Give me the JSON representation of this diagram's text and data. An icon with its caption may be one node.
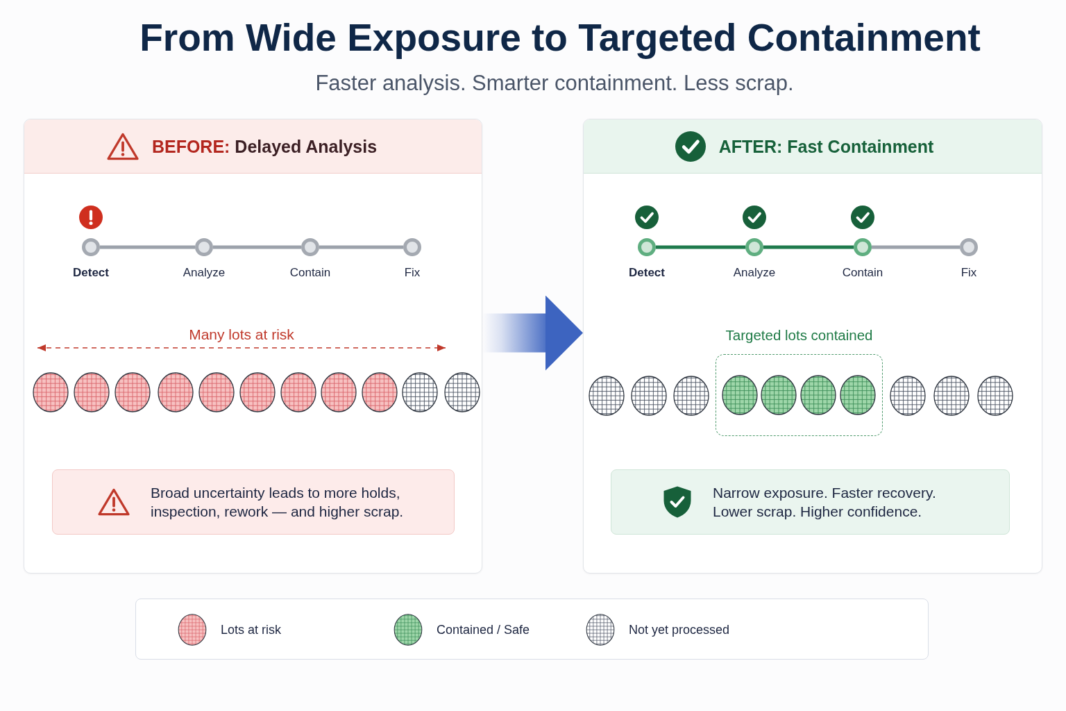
{
  "diagram": {
    "title": "From Wide Exposure to Targeted Containment",
    "nodes": [
      {
        "text": [
          "**BEFORE:** Delayed Analysis"
        ]
      },
      {
        "text": [
          "Detect"
        ],
        "in": 0
      },
      {
        "text": [
          "Analyze"
        ],
        "in": 0
      },
      {
        "text": [
          "Contain"
        ],
        "in": 0
      },
      {
        "text": [
          "Fix"
        ],
        "in": 0
      },
      {
        "text": [
          "Broad uncertainty leads to more holds, inspection, rework — and higher scrap."
        ],
        "in": 0
      },
      {
        "text": [
          "AFTER: Fast Containment"
        ]
      },
      {
        "text": [
          "Detect"
        ],
        "in": 6
      },
      {
        "text": [
          "Analyze"
        ],
        "in": 6
      },
      {
        "text": [
          "Contain"
        ],
        "in": 6
      },
      {
        "text": [
          "Fix"
        ],
        "in": 6
      },
      {
        "text": [
          "Targeted lots contained"
        ],
        "in": 6
      },
      {
        "text": [
          "Narrow exposure. Faster recovery. Lower scrap. Higher confidence."
        ],
        "in": 6
      }
    ],
    "edges": [
      {
        "from": 1,
        "to": 2,
        "arrow": "none"
      },
      {
        "from": 2,
        "to": 3,
        "arrow": "none"
      },
      {
        "from": 3,
        "to": 4,
        "arrow": "none"
      },
      {
        "from": 7,
        "to": 8,
        "arrow": "none",
        "color": "#1f7a4d"
      },
      {
        "from": 8,
        "to": 9,
        "arrow": "none",
        "color": "#1f7a4d"
      },
      {
        "from": 9,
        "to": 10,
        "arrow": "none"
      },
      {
        "from": 0,
        "to": 6,
        "arrow": "to",
        "style": "thick",
        "color": "#3d64c0"
      }
    ],
    "labels": [
      "Faster analysis. Smarter containment. Less scrap.",
      "Many lots at risk"
    ],
    "legend": [
      {
        "text": "Lots at risk",
        "color": "#f7c1c1"
      },
      {
        "text": "Contained / Safe",
        "color": "#9ed6a9"
      },
      {
        "text": "Not yet processed"
      }
    ]
  }
}
